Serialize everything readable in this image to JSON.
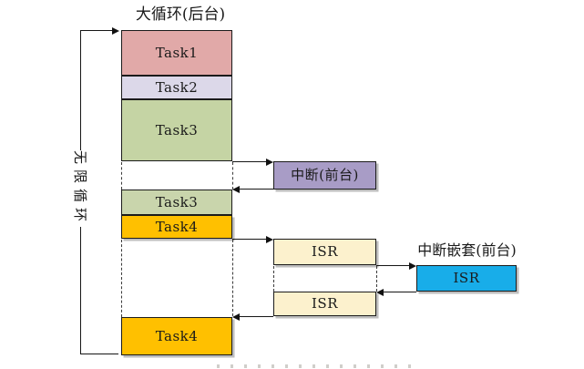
{
  "diagram": {
    "title": "大循环(后台)",
    "left_loop_label": "无限循环",
    "nested_interrupt_label": "中断嵌套(前台)",
    "background_tasks": [
      {
        "label": "Task1",
        "color": "#e1a9a8"
      },
      {
        "label": "Task2",
        "color": "#dcd8e9"
      },
      {
        "label": "Task3",
        "color": "#c5d4a4"
      },
      {
        "label": "Task3",
        "color": "#c9d5ac"
      },
      {
        "label": "Task4",
        "color": "#ffc000"
      },
      {
        "label": "Task4",
        "color": "#ffc000"
      }
    ],
    "foreground_interrupt": {
      "label": "中断(前台)",
      "color": "#a89cc6"
    },
    "isr_boxes": [
      {
        "label": "ISR",
        "color": "#fcf1cd"
      },
      {
        "label": "ISR",
        "color": "#fcf1cd"
      }
    ],
    "nested_isr": {
      "label": "ISR",
      "color": "#18ade9"
    }
  }
}
